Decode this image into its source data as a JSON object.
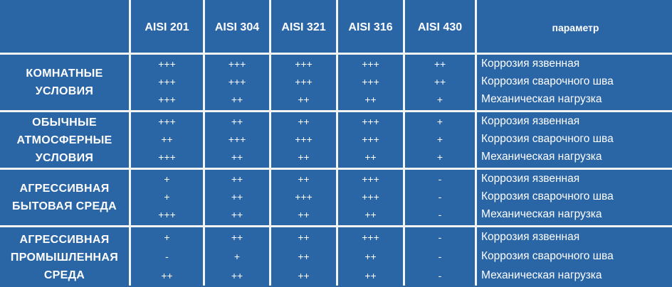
{
  "columns": [
    "AISI 201",
    "AISI 304",
    "AISI 321",
    "AISI 316",
    "AISI 430"
  ],
  "param_header": "параметр",
  "params": [
    "Коррозия язвенная",
    "Коррозия сварочного шва",
    "Механическая нагрузка"
  ],
  "rows": [
    {
      "label": [
        "КОМНАТНЫЕ",
        "УСЛОВИЯ"
      ],
      "values": [
        [
          "+++",
          "+++",
          "+++"
        ],
        [
          "+++",
          "+++",
          "++"
        ],
        [
          "+++",
          "+++",
          "++"
        ],
        [
          "+++",
          "+++",
          "++"
        ],
        [
          "++",
          "++",
          "+"
        ]
      ],
      "params": [
        "Коррозия язвенная",
        "Коррозия сварочного шва",
        "Механическая нагрузка"
      ]
    },
    {
      "label": [
        "ОБЫЧНЫЕ",
        "АТМОСФЕРНЫЕ",
        "УСЛОВИЯ"
      ],
      "values": [
        [
          "+++",
          "++",
          "+++"
        ],
        [
          "++",
          "+++",
          "++"
        ],
        [
          "++",
          "+++",
          "++"
        ],
        [
          "+++",
          "+++",
          "++"
        ],
        [
          "+",
          "+",
          "+"
        ]
      ],
      "params": [
        "Коррозия язвенная",
        "Коррозия сварочного шва",
        "Механическая нагрузка"
      ]
    },
    {
      "label": [
        "АГРЕССИВНАЯ",
        "БЫТОВАЯ СРЕДА"
      ],
      "values": [
        [
          "+",
          "+",
          "+++"
        ],
        [
          "++",
          "++",
          "++"
        ],
        [
          "++",
          "+++",
          "++"
        ],
        [
          "+++",
          "+++",
          "++"
        ],
        [
          "-",
          "-",
          "-"
        ]
      ],
      "params": [
        "Коррозия язвенная",
        "Коррозия сварочного шва",
        "Механическая нагрузка"
      ]
    },
    {
      "label": [
        "АГРЕССИВНАЯ",
        "ПРОМЫШЛЕННАЯ",
        "СРЕДА"
      ],
      "values": [
        [
          "+",
          "-",
          "++"
        ],
        [
          "++",
          "+",
          "++"
        ],
        [
          "++",
          "++",
          "++"
        ],
        [
          "+++",
          "++",
          "++"
        ],
        [
          "-",
          "-",
          "-"
        ]
      ],
      "params": [
        "Коррозия язвенная",
        "Коррозия сварочного шва",
        "Механическая нагрузка"
      ]
    }
  ]
}
